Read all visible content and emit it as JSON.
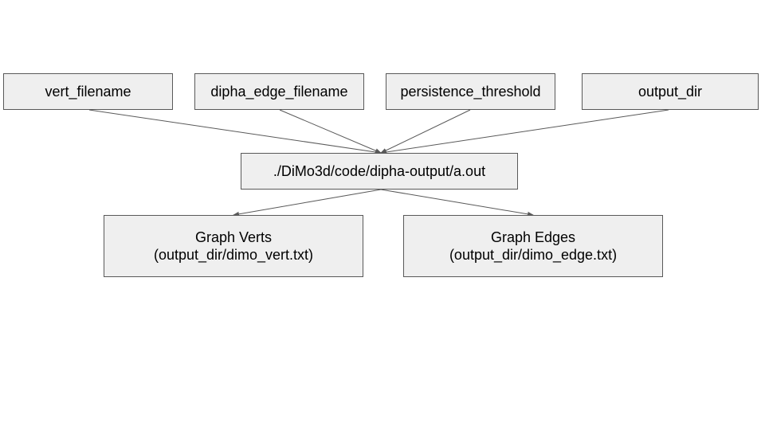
{
  "diagram": {
    "nodes": [
      {
        "id": "vert_filename",
        "lines": [
          "vert_filename"
        ]
      },
      {
        "id": "dipha_edge_filename",
        "lines": [
          "dipha_edge_filename"
        ]
      },
      {
        "id": "persistence_threshold",
        "lines": [
          "persistence_threshold"
        ]
      },
      {
        "id": "output_dir",
        "lines": [
          "output_dir"
        ]
      },
      {
        "id": "program",
        "lines": [
          "./DiMo3d/code/dipha-output/a.out"
        ]
      },
      {
        "id": "graph_verts",
        "lines": [
          "Graph Verts",
          "(output_dir/dimo_vert.txt)"
        ]
      },
      {
        "id": "graph_edges",
        "lines": [
          "Graph Edges",
          "(output_dir/dimo_edge.txt)"
        ]
      }
    ],
    "edges": [
      {
        "from": "vert_filename",
        "to": "program"
      },
      {
        "from": "dipha_edge_filename",
        "to": "program"
      },
      {
        "from": "persistence_threshold",
        "to": "program"
      },
      {
        "from": "output_dir",
        "to": "program"
      },
      {
        "from": "program",
        "to": "graph_verts"
      },
      {
        "from": "program",
        "to": "graph_edges"
      }
    ],
    "colors": {
      "node_fill": "#efefef",
      "node_border": "#595959",
      "edge": "#595959",
      "text": "#000000"
    }
  }
}
